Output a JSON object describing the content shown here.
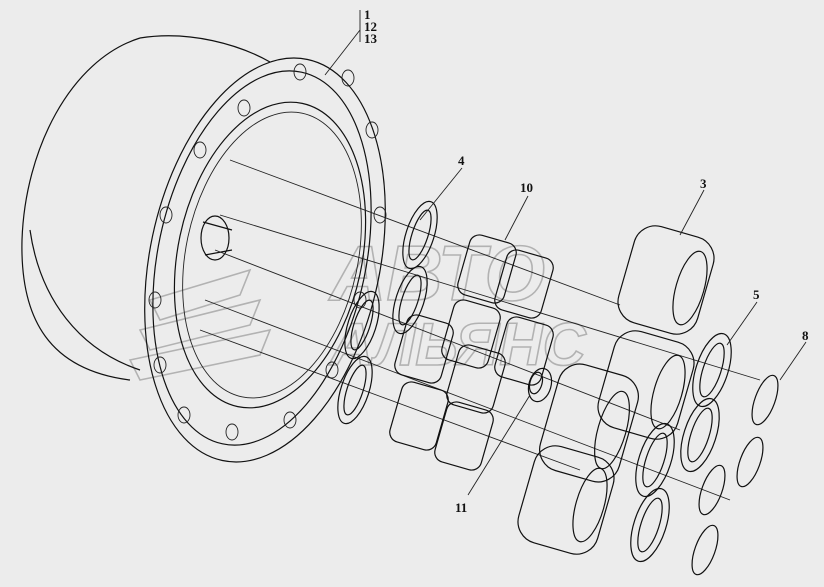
{
  "watermark": {
    "line1": "АВТО",
    "line2": "АЛЬЯНС"
  },
  "callouts": {
    "c1": "1",
    "c12": "12",
    "c13": "13",
    "c4": "4",
    "c10": "10",
    "c3": "3",
    "c5": "5",
    "c8": "8",
    "c11": "11"
  }
}
